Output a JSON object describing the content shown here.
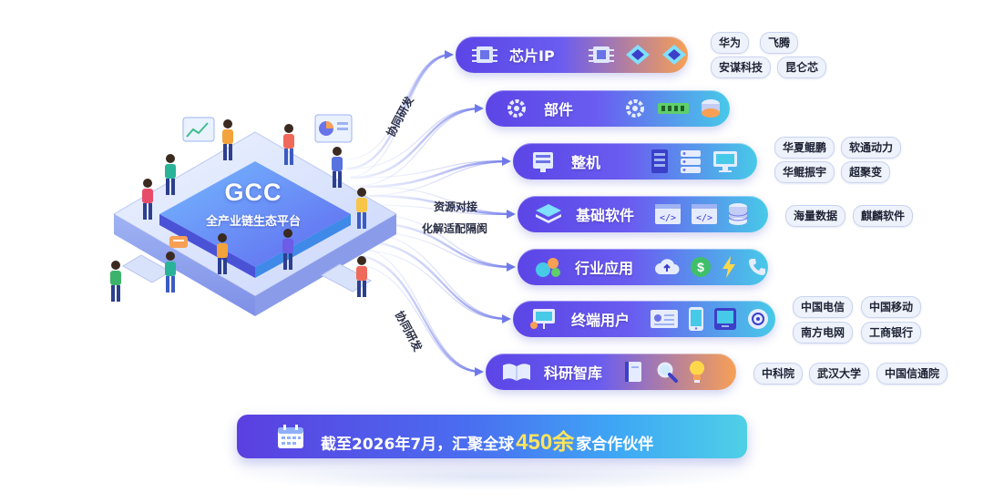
{
  "platform": {
    "title": "GCC",
    "subtitle": "全产业链生态平台"
  },
  "flow_labels": {
    "top": "协同研发",
    "middle_line1": "资源对接",
    "middle_line2": "化解适配隔阂",
    "bottom": "协同研发"
  },
  "categories": [
    {
      "label": "芯片IP",
      "icons": [
        "circuit-board-icon",
        "chip-icon",
        "chip-icon"
      ],
      "partners": [
        "华为",
        "飞腾",
        "安谋科技",
        "昆仑芯"
      ],
      "colors": [
        "#5b45e6",
        "#f7a055"
      ]
    },
    {
      "label": "部件",
      "icons": [
        "gear-icon",
        "memory-stick-icon",
        "disk-icon"
      ],
      "partners": [],
      "colors": [
        "#5b45e6",
        "#47c9e8"
      ]
    },
    {
      "label": "整机",
      "icons": [
        "server-rack-icon",
        "server-stack-icon",
        "monitor-icon"
      ],
      "partners": [
        "华夏鲲鹏",
        "软通动力",
        "华鲲振宇",
        "超聚变"
      ],
      "colors": [
        "#5b45e6",
        "#47c9e8"
      ]
    },
    {
      "label": "基础软件",
      "icons": [
        "code-window-icon",
        "code-window-icon",
        "database-icon"
      ],
      "partners": [
        "海量数据",
        "麒麟软件"
      ],
      "colors": [
        "#5b45e6",
        "#47c9e8"
      ]
    },
    {
      "label": "行业应用",
      "icons": [
        "cloud-upload-icon",
        "dollar-icon",
        "lightning-icon",
        "phone-icon"
      ],
      "partners": [],
      "colors": [
        "#5b45e6",
        "#47c9e8"
      ]
    },
    {
      "label": "终端用户",
      "icons": [
        "id-card-icon",
        "smartphone-icon",
        "tablet-icon",
        "ai-head-icon"
      ],
      "partners": [
        "中国电信",
        "中国移动",
        "南方电网",
        "工商银行"
      ],
      "colors": [
        "#5b45e6",
        "#47c9e8"
      ]
    },
    {
      "label": "科研智库",
      "icons": [
        "book-icon",
        "magnifier-icon",
        "lightbulb-icon"
      ],
      "partners": [
        "中科院",
        "武汉大学",
        "中国信通院"
      ],
      "colors": [
        "#5b45e6",
        "#f7a055"
      ]
    }
  ],
  "banner": {
    "prefix": "截至2026年7月，汇聚全球",
    "number": "450余",
    "suffix": "家合作伙伴"
  },
  "colors": {
    "accent_purple": "#5b45e6",
    "accent_cyan": "#47c9e8",
    "accent_orange": "#f7a055",
    "highlight_yellow": "#ffe45c"
  }
}
